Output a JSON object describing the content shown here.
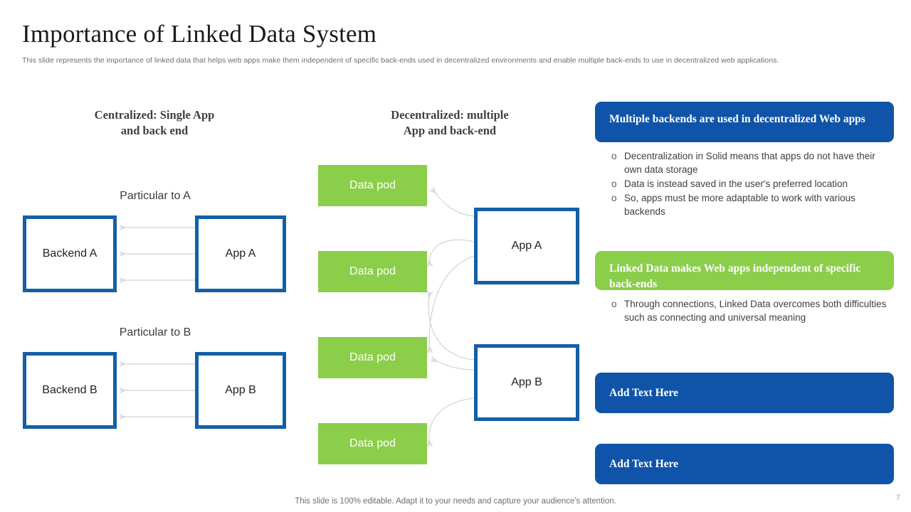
{
  "slide": {
    "title": "Importance of Linked Data System",
    "subtitle": "This slide represents the importance of linked data that helps web apps make them independent of specific back-ends used in decentralized environments and enable multiple back-ends to use in decentralized web applications.",
    "footer_note": "This slide is 100% editable. Adapt it to your needs and capture your audience's attention.",
    "page_number": "7"
  },
  "colors": {
    "blue_border": "#145FA6",
    "banner_blue": "#0F54A8",
    "green": "#8BCE4A",
    "arrow_gray": "#cfcfcf",
    "text_dark": "#222222"
  },
  "centralized": {
    "heading_line1": "Centralized: Single App",
    "heading_line2": "and back end",
    "groups": [
      {
        "label": "Particular to A",
        "backend": "Backend A",
        "app": "App A",
        "arrow_count": 3,
        "arrow_direction": "app-to-backend"
      },
      {
        "label": "Particular to B",
        "backend": "Backend B",
        "app": "App B",
        "arrow_count": 3,
        "arrow_direction": "app-to-backend"
      }
    ]
  },
  "decentralized": {
    "heading_line1": "Decentralized: multiple",
    "heading_line2": "App and back-end",
    "pods": [
      {
        "label": "Data pod"
      },
      {
        "label": "Data pod"
      },
      {
        "label": "Data pod"
      },
      {
        "label": "Data pod"
      }
    ],
    "apps": [
      {
        "label": "App A",
        "connects_to_pods": [
          1,
          2,
          3
        ]
      },
      {
        "label": "App B",
        "connects_to_pods": [
          2,
          3,
          4
        ]
      }
    ]
  },
  "panel": {
    "sections": [
      {
        "banner": "Multiple backends are used in decentralized Web apps",
        "banner_color": "blue",
        "bullets": [
          "Decentralization in Solid means that apps do not have their own data storage",
          "Data is instead saved in the user's preferred location",
          "So, apps must be more adaptable to work with various backends"
        ]
      },
      {
        "banner": "Linked Data makes Web apps independent of specific back-ends",
        "banner_color": "green",
        "bullets": [
          "Through connections, Linked Data overcomes both difficulties such as connecting and universal meaning"
        ]
      },
      {
        "banner": "Add Text Here",
        "banner_color": "blue",
        "bullets": []
      },
      {
        "banner": "Add Text Here",
        "banner_color": "blue",
        "bullets": []
      }
    ],
    "bullet_marker": "o"
  }
}
